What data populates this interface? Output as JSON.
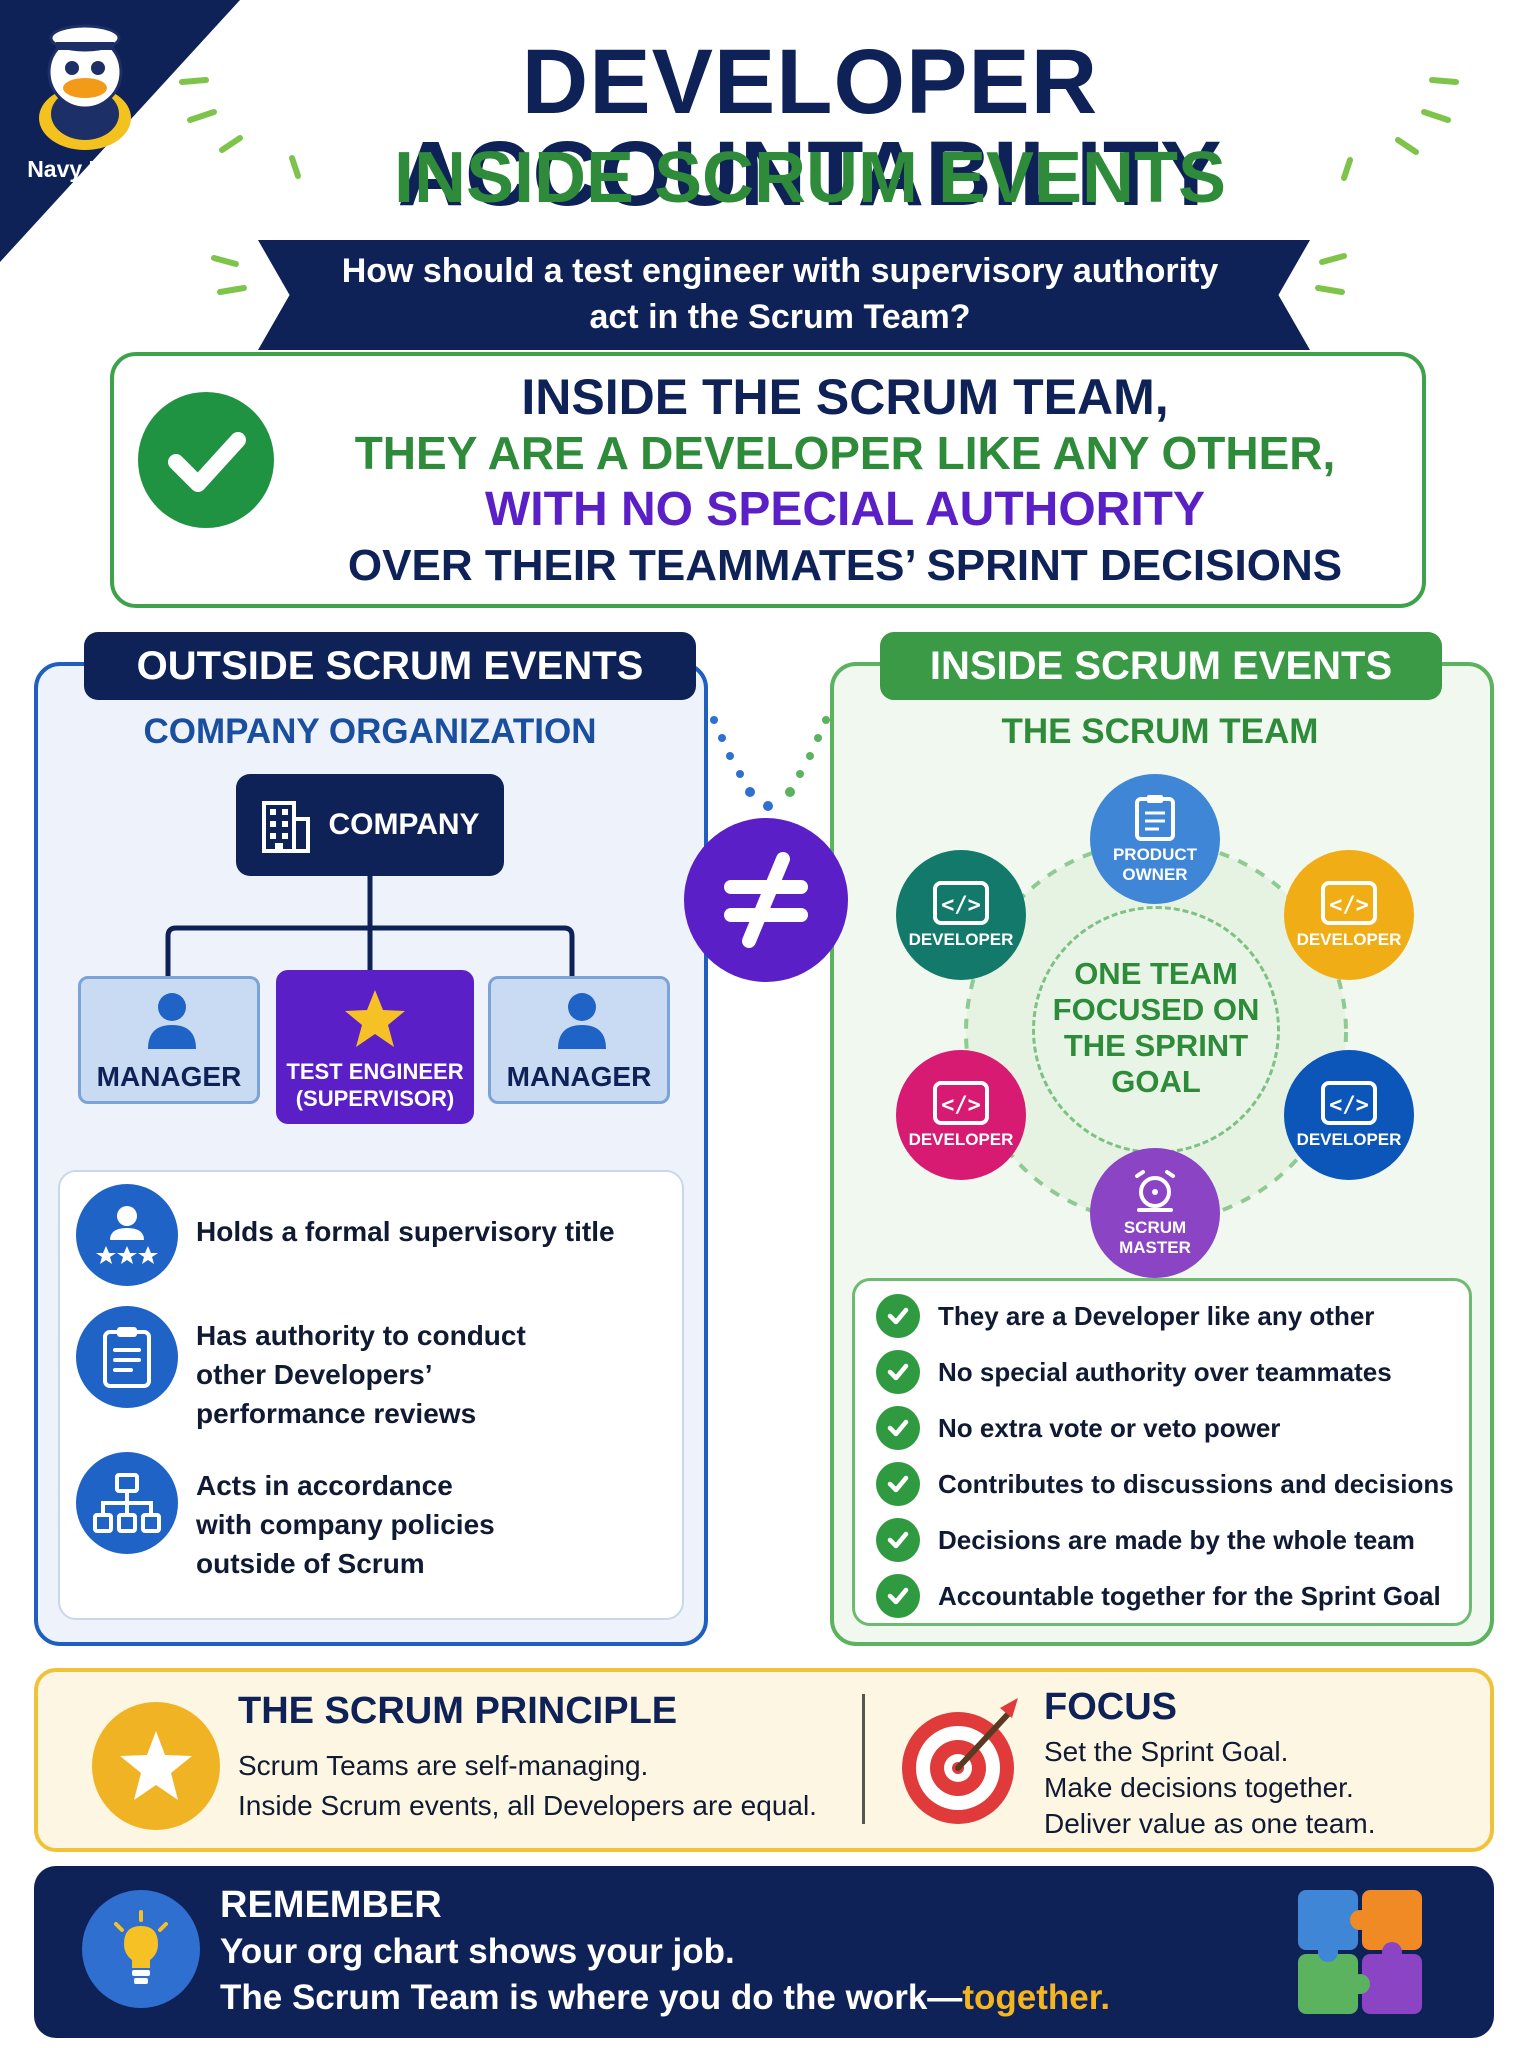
{
  "brand": {
    "name": "Navy Duck"
  },
  "title": {
    "line1": "DEVELOPER ACCOUNTABILITY",
    "line2": "INSIDE SCRUM EVENTS"
  },
  "question": {
    "line1": "How should a test engineer with supervisory authority",
    "line2": "act in the Scrum Team?"
  },
  "statement": {
    "line1": "INSIDE THE SCRUM TEAM,",
    "line2": "THEY ARE A DEVELOPER LIKE ANY OTHER,",
    "line3": "WITH NO SPECIAL AUTHORITY",
    "line4": "OVER THEIR TEAMMATES’ SPRINT DECISIONS"
  },
  "outside": {
    "tab": "OUTSIDE SCRUM EVENTS",
    "subtitle": "COMPANY ORGANIZATION",
    "company": "COMPANY",
    "manager_left": "MANAGER",
    "manager_right": "MANAGER",
    "test_engineer": {
      "line1": "TEST ENGINEER",
      "line2": "(SUPERVISOR)"
    },
    "items": [
      {
        "icon": "supervisor-stars-icon",
        "lines": [
          "Holds a formal supervisory title"
        ]
      },
      {
        "icon": "clipboard-review-icon",
        "lines": [
          "Has authority to conduct",
          "other Developers’",
          "performance reviews"
        ]
      },
      {
        "icon": "org-structure-icon",
        "lines": [
          "Acts in accordance",
          "with company policies",
          "outside of Scrum"
        ]
      }
    ]
  },
  "inside": {
    "tab": "INSIDE SCRUM EVENTS",
    "subtitle": "THE SCRUM TEAM",
    "roles": {
      "product_owner": {
        "line1": "PRODUCT",
        "line2": "OWNER"
      },
      "developer_tl": "DEVELOPER",
      "developer_tr": "DEVELOPER",
      "developer_bl": "DEVELOPER",
      "developer_br": "DEVELOPER",
      "scrum_master": {
        "line1": "SCRUM",
        "line2": "MASTER"
      }
    },
    "goal": {
      "line1": "ONE TEAM",
      "line2": "FOCUSED ON",
      "line3": "THE SPRINT",
      "line4": "GOAL"
    },
    "checklist": [
      "They are a Developer like any other",
      "No special authority over teammates",
      "No extra vote or veto power",
      "Contributes to discussions and decisions",
      "Decisions are made by the whole team",
      "Accountable together for the Sprint Goal"
    ]
  },
  "principle": {
    "title": "THE SCRUM PRINCIPLE",
    "line1": "Scrum Teams are self-managing.",
    "line2": "Inside Scrum events, all Developers are equal."
  },
  "focus": {
    "title": "FOCUS",
    "line1": "Set the Sprint Goal.",
    "line2": "Make decisions together.",
    "line3": "Deliver value as one team."
  },
  "remember": {
    "title": "REMEMBER",
    "line1": "Your org chart shows your job.",
    "line2_prefix": "The Scrum Team is where you do the work—",
    "line2_highlight": "together."
  },
  "colors": {
    "navy": "#0f2257",
    "green": "#2e8b3a",
    "purple": "#5a1fc7",
    "blue": "#1f63c6",
    "gold": "#f0b323",
    "teal": "#137a6b",
    "magenta": "#d81b72",
    "dark_blue": "#0b56b8",
    "violet": "#8a44c4",
    "light_blue": "#3f86d6"
  }
}
